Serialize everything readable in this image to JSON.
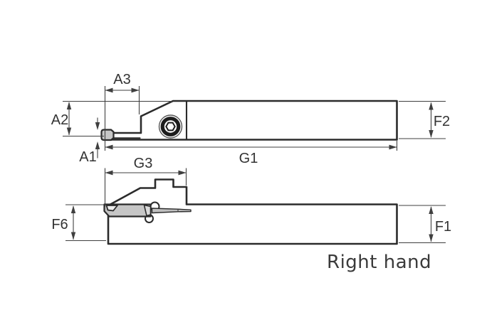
{
  "background": "#ffffff",
  "diagram": {
    "caption": "Right hand",
    "labels": {
      "a1": "A1",
      "a2": "A2",
      "a3": "A3",
      "g1": "G1",
      "f2": "F2",
      "g3": "G3",
      "f6": "F6",
      "f1": "F1"
    },
    "views": [
      {
        "id": "top-side-view",
        "dimension_labels": [
          "A3",
          "A2",
          "A1",
          "G1",
          "F2"
        ]
      },
      {
        "id": "bottom-side-view",
        "dimension_labels": [
          "G3",
          "F6",
          "F1"
        ]
      }
    ],
    "colors": {
      "outline": "#2b2b2b",
      "dimension": "#3f3f3f",
      "insert_fill": "#c6c6c6",
      "caption_text": "#3a3a3a"
    }
  }
}
